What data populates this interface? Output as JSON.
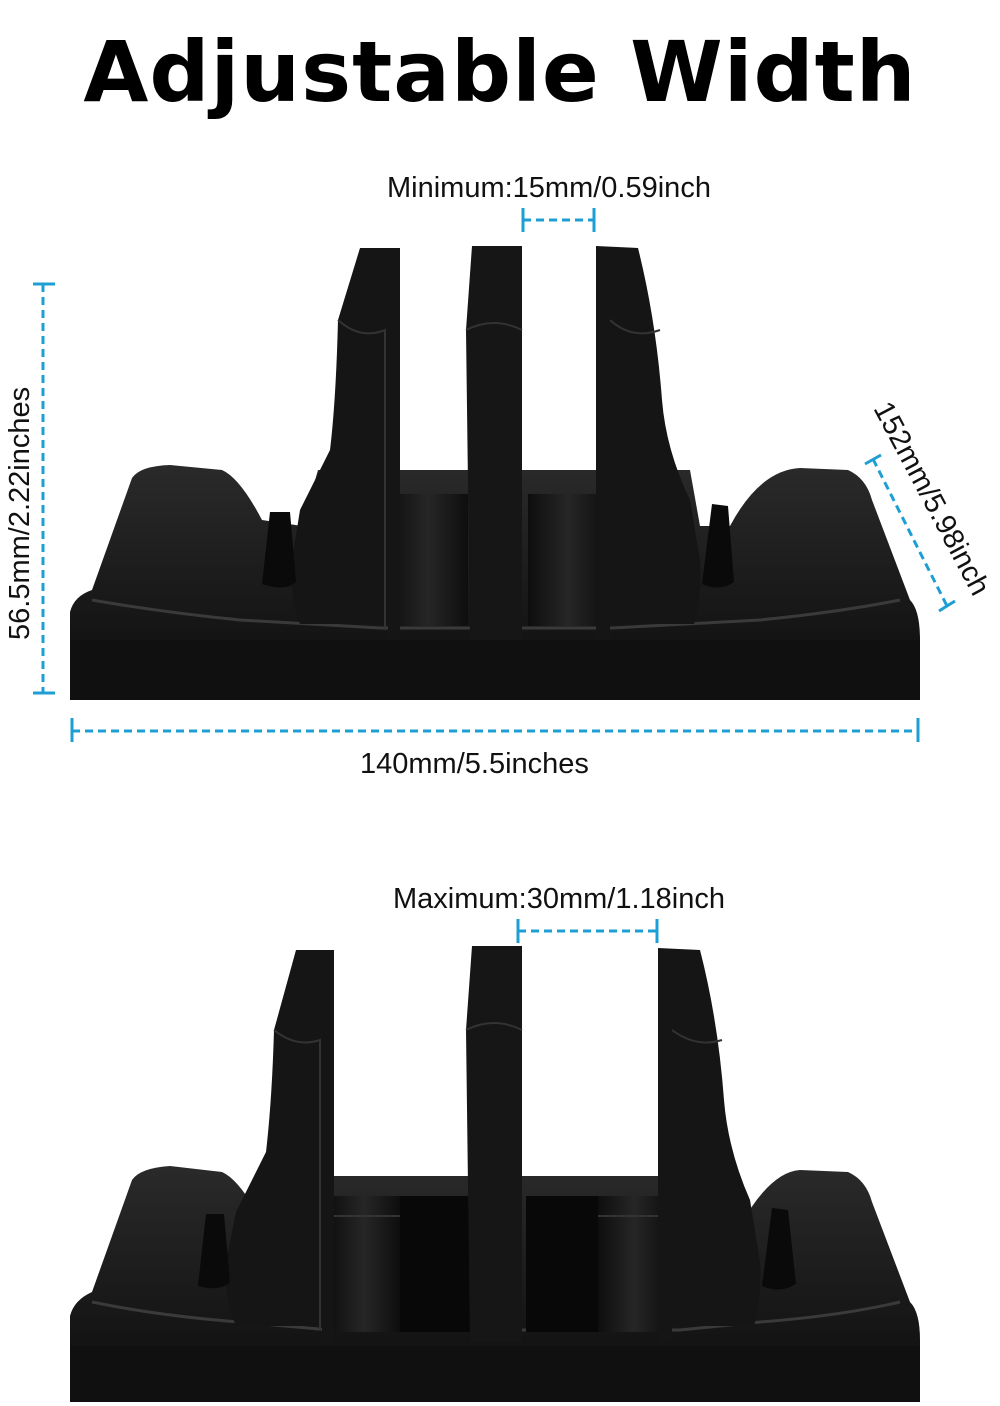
{
  "title": "Adjustable Width",
  "top_view": {
    "gap_label": "Minimum:15mm/0.59inch",
    "height_label": "56.5mm/2.22inches",
    "depth_label": "152mm/5.98inch",
    "width_label": "140mm/5.5inches"
  },
  "bottom_view": {
    "gap_label": "Maximum:30mm/1.18inch"
  },
  "colors": {
    "dimension_line": "#1e9fd4",
    "stand": "#141414",
    "stand_highlight": "#3a3a3a",
    "background": "#ffffff"
  }
}
